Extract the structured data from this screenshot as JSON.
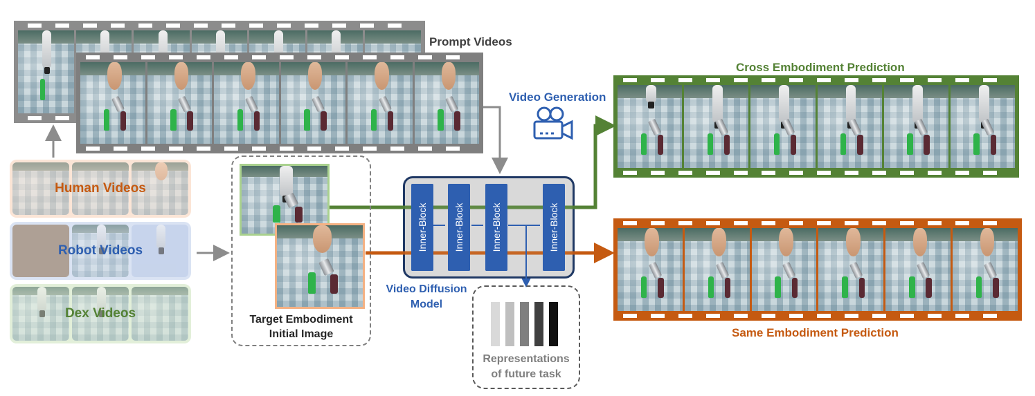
{
  "labels": {
    "prompt_videos": "Prompt Videos",
    "video_generation": "Video Generation",
    "cross_prediction": "Cross Embodiment Prediction",
    "same_prediction": "Same Embodiment Prediction",
    "target_line1": "Target Embodiment",
    "target_line2": "Initial Image",
    "model_line1": "Video Diffusion",
    "model_line2": "Model",
    "repr_line1": "Representations",
    "repr_line2": "of future task"
  },
  "datasets": [
    {
      "label": "Human Videos",
      "color": "#c55a11"
    },
    {
      "label": "Robot Videos",
      "color": "#2e5fb0"
    },
    {
      "label": "Dex Videos",
      "color": "#548235"
    }
  ],
  "inner_blocks": [
    "Inner-Block",
    "Inner-Block",
    "Inner-Block",
    "Inner-Block"
  ],
  "colors": {
    "green": "#548235",
    "orange": "#c55a11",
    "blue": "#2e5fb0",
    "gray": "#8c8c8c",
    "dark_gray": "#595959",
    "navy": "#1f3864"
  },
  "icons": [
    "video-camera-icon"
  ]
}
